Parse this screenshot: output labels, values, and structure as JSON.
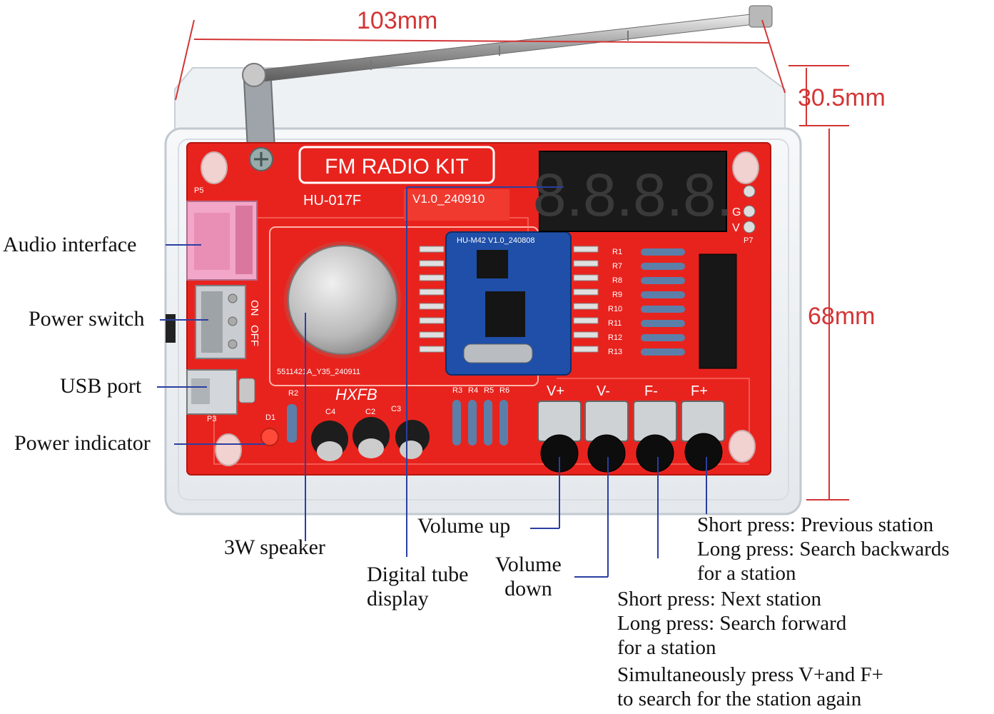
{
  "dimensions": {
    "width": "103mm",
    "depth": "30.5mm",
    "height": "68mm"
  },
  "board": {
    "title": "FM RADIO KIT",
    "model": "HU-017F",
    "version": "V1.0_240910",
    "module_label": "HU-M42  V1.0_240808",
    "speaker_code": "5511421A_Y35_240911",
    "brand": "HXFB",
    "switch_on": "ON",
    "switch_off": "OFF",
    "buttons": [
      "V+",
      "V-",
      "F-",
      "F+"
    ],
    "pins": [
      "G",
      "V"
    ],
    "resistors_right": [
      "R1",
      "R7",
      "R8",
      "R9",
      "R10",
      "R11",
      "R12",
      "R13"
    ],
    "resistors_bottom": [
      "R3",
      "R4",
      "R5",
      "R6"
    ],
    "caps": [
      "C4",
      "C2",
      "C3"
    ],
    "misc": {
      "r2": "R2",
      "d1": "D1",
      "p3": "P3",
      "p5": "P5",
      "p7": "P7"
    },
    "display_digits": "8.8.8.8."
  },
  "callouts": {
    "audio_interface": "Audio interface",
    "power_switch": "Power switch",
    "usb_port": "USB port",
    "power_indicator": "Power indicator",
    "speaker": "3W speaker",
    "display_line1": "Digital tube",
    "display_line2": "display",
    "volume_up": "Volume up",
    "volume_down_line1": "Volume",
    "volume_down_line2": "down"
  },
  "descriptions": {
    "f_minus": [
      "Short press: Previous station",
      "Long press: Search backwards",
      "for a station"
    ],
    "f_plus": [
      "Short press: Next station",
      "Long press: Search forward",
      "for a station"
    ],
    "combo": [
      "Simultaneously press V+and F+",
      "to search for the station again"
    ]
  },
  "colors": {
    "pcb": "#e8231e",
    "module": "#1f4fa8",
    "dimension": "#d33535",
    "leader": "#2a3fa0"
  }
}
